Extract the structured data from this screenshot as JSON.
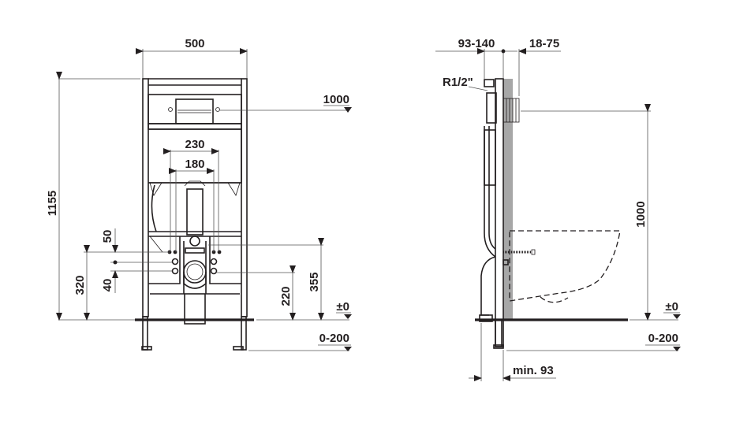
{
  "front_view": {
    "width_label": "500",
    "height_label": "1155",
    "actuator_height_label": "1000",
    "outer_spacing_label": "230",
    "inner_spacing_label": "180",
    "spacing_50_label": "50",
    "spacing_40_label": "40",
    "height_320_label": "320",
    "height_220_label": "220",
    "height_355_label": "355",
    "floor_level_label": "±0",
    "foot_range_label": "0-200"
  },
  "side_view": {
    "depth_label": "93-140",
    "wall_depth_label": "18-75",
    "connector_label": "R1/2\"",
    "actuator_height_label": "1000",
    "floor_level_label": "±0",
    "foot_range_label": "0-200",
    "min_depth_label": "min. 93"
  },
  "colors": {
    "line": "#231f20",
    "wall": "#a7a7a7",
    "background": "#ffffff"
  }
}
